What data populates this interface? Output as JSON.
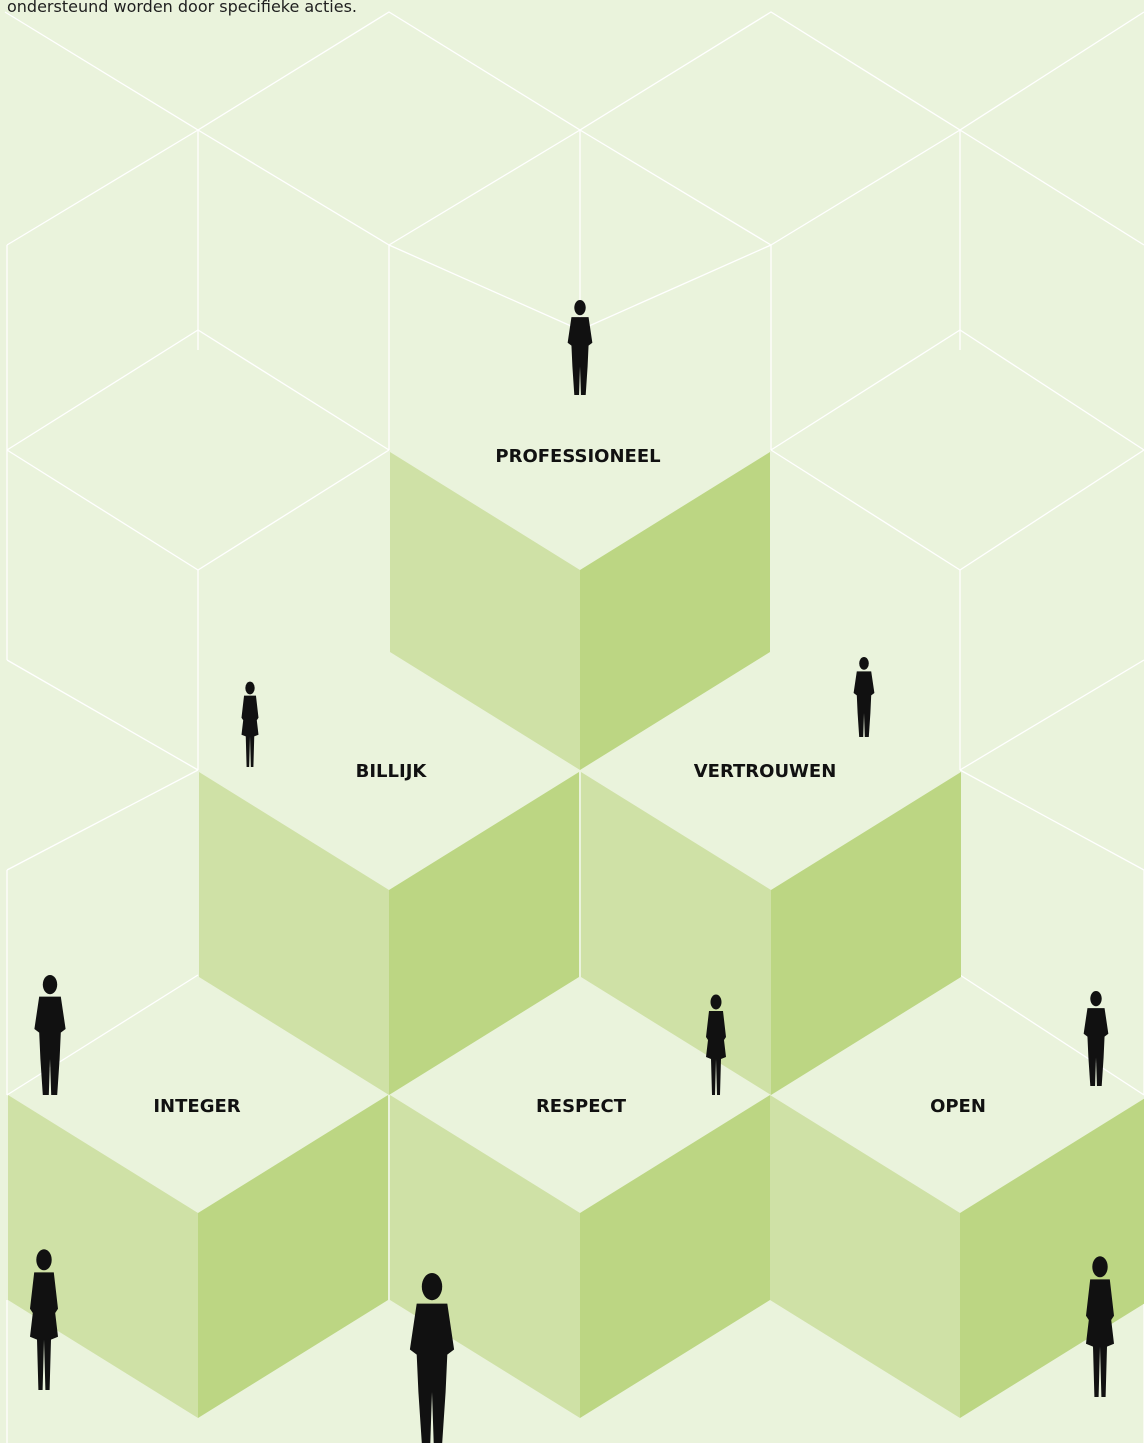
{
  "intro_text": "ondersteund worden door specifieke acties.",
  "colors": {
    "background": "#eaf3dc",
    "grid_line": "#ffffff",
    "cube_top": "#eaf3dc",
    "cube_left": "#cfe1a6",
    "cube_right": "#bcd683",
    "figure": "#111111"
  },
  "values": [
    {
      "label": "PROFESSIONEEL",
      "figure_icon": "businessman-phone-icon"
    },
    {
      "label": "BILLIJK",
      "figure_icon": "woman-standing-icon"
    },
    {
      "label": "VERTROUWEN",
      "figure_icon": "man-standing-icon"
    },
    {
      "label": "INTEGER",
      "figure_icon": "man-reading-icon"
    },
    {
      "label": "RESPECT",
      "figure_icon": "woman-walking-icon"
    },
    {
      "label": "OPEN",
      "figure_icon": "man-pointing-icon"
    }
  ],
  "extra_figures": [
    "businesswoman-briefcase-icon",
    "businessman-hand-in-pocket-icon",
    "woman-document-icon"
  ]
}
